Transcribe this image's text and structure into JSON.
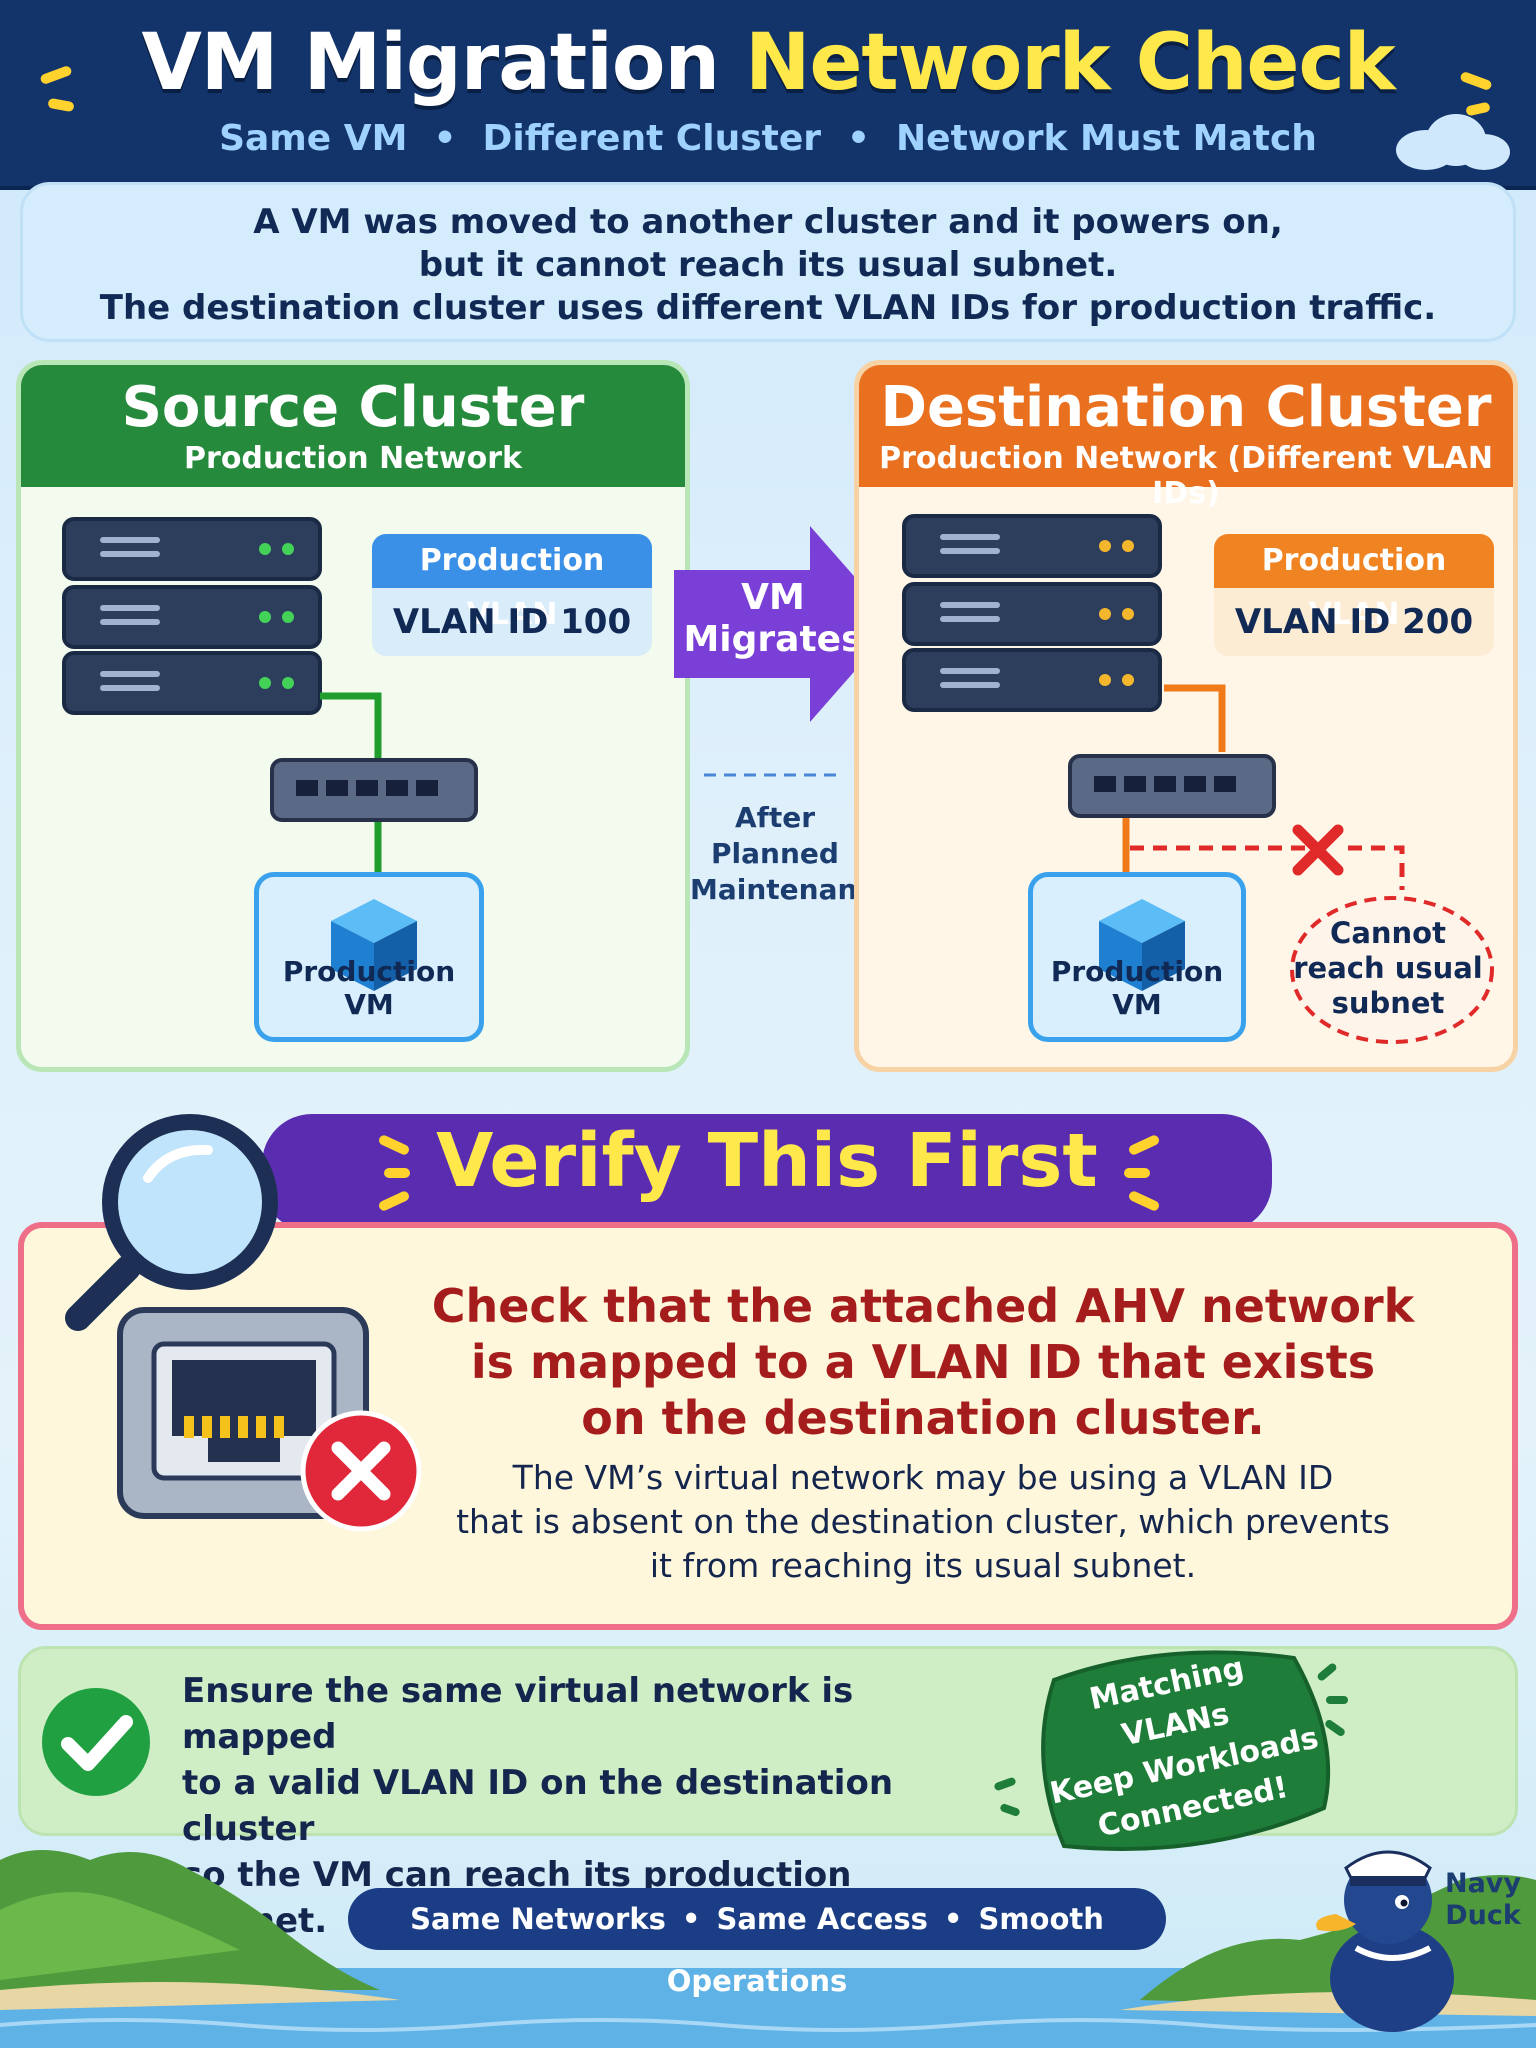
{
  "header": {
    "title_part1": "VM Migration",
    "title_part2": "Network Check",
    "subtitle_items": [
      "Same VM",
      "Different Cluster",
      "Network Must Match"
    ]
  },
  "intro": {
    "lines": [
      "A VM was moved to another cluster and it powers on,",
      "but it cannot reach its usual subnet.",
      "The destination cluster uses different VLAN IDs for production traffic."
    ]
  },
  "source": {
    "title": "Source Cluster",
    "subtitle": "Production Network",
    "vlan_header": "Production VLAN",
    "vlan_id": "VLAN ID 100",
    "vm_label": "Production VM",
    "accent": "#268a3c"
  },
  "migration": {
    "arrow_line1": "VM",
    "arrow_line2": "Migrates",
    "note_lines": [
      "After",
      "Planned",
      "Maintenance"
    ],
    "arrow_color": "#7a3fd6"
  },
  "destination": {
    "title": "Destination Cluster",
    "subtitle": "Production Network (Different VLAN IDs)",
    "vlan_header": "Production VLAN",
    "vlan_id": "VLAN ID 200",
    "vm_label": "Production VM",
    "error_lines": [
      "Cannot",
      "reach usual",
      "subnet"
    ],
    "accent": "#e8701e"
  },
  "verify": {
    "banner": "Verify This First",
    "title_lines": [
      "Check that the attached AHV network",
      "is mapped to a VLAN ID that exists",
      "on the destination cluster."
    ],
    "body_lines": [
      "The VM’s virtual network may be using a VLAN ID",
      "that is absent on the destination cluster, which prevents",
      "it from reaching its usual subnet."
    ]
  },
  "success": {
    "lines": [
      "Ensure the same virtual network is mapped",
      "to a valid VLAN ID on the destination cluster",
      "so the VM can reach its production subnet."
    ],
    "badge_lines": [
      "Matching",
      "VLANs",
      "Keep Workloads",
      "Connected!"
    ]
  },
  "footer": {
    "items": [
      "Same Networks",
      "Same Access",
      "Smooth Operations"
    ]
  },
  "mascot": {
    "name_lines": [
      "Navy",
      "Duck"
    ]
  },
  "icons": [
    "server-rack-icon",
    "network-switch-icon",
    "vm-cube-icon",
    "magnifier-icon",
    "ethernet-port-icon",
    "error-x-icon",
    "check-icon",
    "cloud-icon",
    "duck-mascot-icon"
  ]
}
